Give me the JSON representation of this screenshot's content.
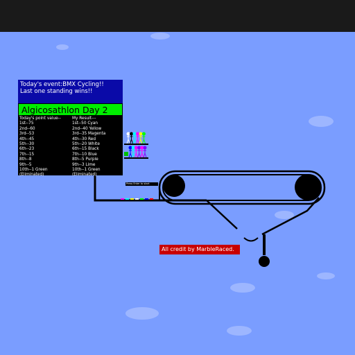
{
  "event": {
    "line1": "Today's event:BMX Cycling!!",
    "line2": "Last one standing wins!!"
  },
  "day_title": "Algicosathlon Day 2",
  "point_values": {
    "header": "Today's point value--",
    "rows": [
      "1st--75",
      "2nd--60",
      "3rd--53",
      "4th--45",
      "5th--30",
      "6th--23",
      "7th--15",
      "8th--8",
      "9th--5",
      "10th--1 Green",
      "(Eliminated)"
    ]
  },
  "my_result": {
    "header": "My Result---",
    "rows": [
      "1st--50 Cyan",
      "2nd--40 Yellow",
      "3rd--35 Magenta",
      "4th--30 Red",
      "5th--20 White",
      "6th--15 Black",
      "7th--10 Blue",
      "8th--5 Purple",
      "9th--3 Lime",
      "10th--1 Green",
      "(Eliminated)"
    ]
  },
  "notice": "Press Enter to start",
  "credit": "All credit by MarbleRaced.",
  "colors": {
    "sky": "#7a9dff",
    "top_bar": "#1a1a1a",
    "event_panel": "#0a0aa8",
    "day_banner": "#00ee00",
    "credit_banner": "#c80000",
    "track": "#000000"
  },
  "racers_top": [
    "#ffffff",
    "#000000",
    "#00ffff",
    "#ff00ff",
    "#ffff00",
    "#00ff00"
  ],
  "racers_bottom": [
    "#0000ff",
    "#00ffff",
    "#ff00ff",
    "#8000ff",
    "#ff00ff",
    "#8000ff"
  ],
  "marbles": [
    "#ff00ff",
    "#00ffff",
    "#ffff00",
    "#ffffff",
    "#00ff00",
    "#0000ff",
    "#ff0000"
  ]
}
